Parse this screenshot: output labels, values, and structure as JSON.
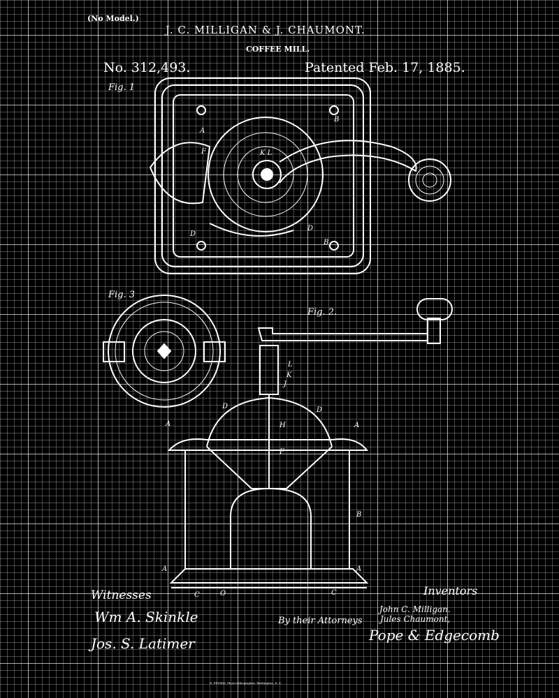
{
  "header": {
    "model_note": "(No Model.)",
    "inventors_names": "J. C. MILLIGAN & J. CHAUMONT.",
    "title": "COFFEE MILL.",
    "patent_number": "No. 312,493.",
    "patent_date": "Patented Feb. 17, 1885."
  },
  "figures": {
    "fig1": "Fig. 1",
    "fig2": "Fig. 2.",
    "fig3": "Fig. 3"
  },
  "footer": {
    "witnesses_label": "Witnesses",
    "witness_signatures": [
      "Wm A. Skinkle",
      "Jos. S. Latimer"
    ],
    "inventors_label": "Inventors",
    "inventors": [
      "John C. Milligan.",
      "Jules Chaumont,"
    ],
    "attorneys_label": "By their Attorneys",
    "attorney_signature": "Pope & Edgecomb",
    "printer": "N. PETERS, Photo-Lithographer, Washington, D. C."
  },
  "colors": {
    "background": "#000000",
    "lines": "#ffffff"
  }
}
